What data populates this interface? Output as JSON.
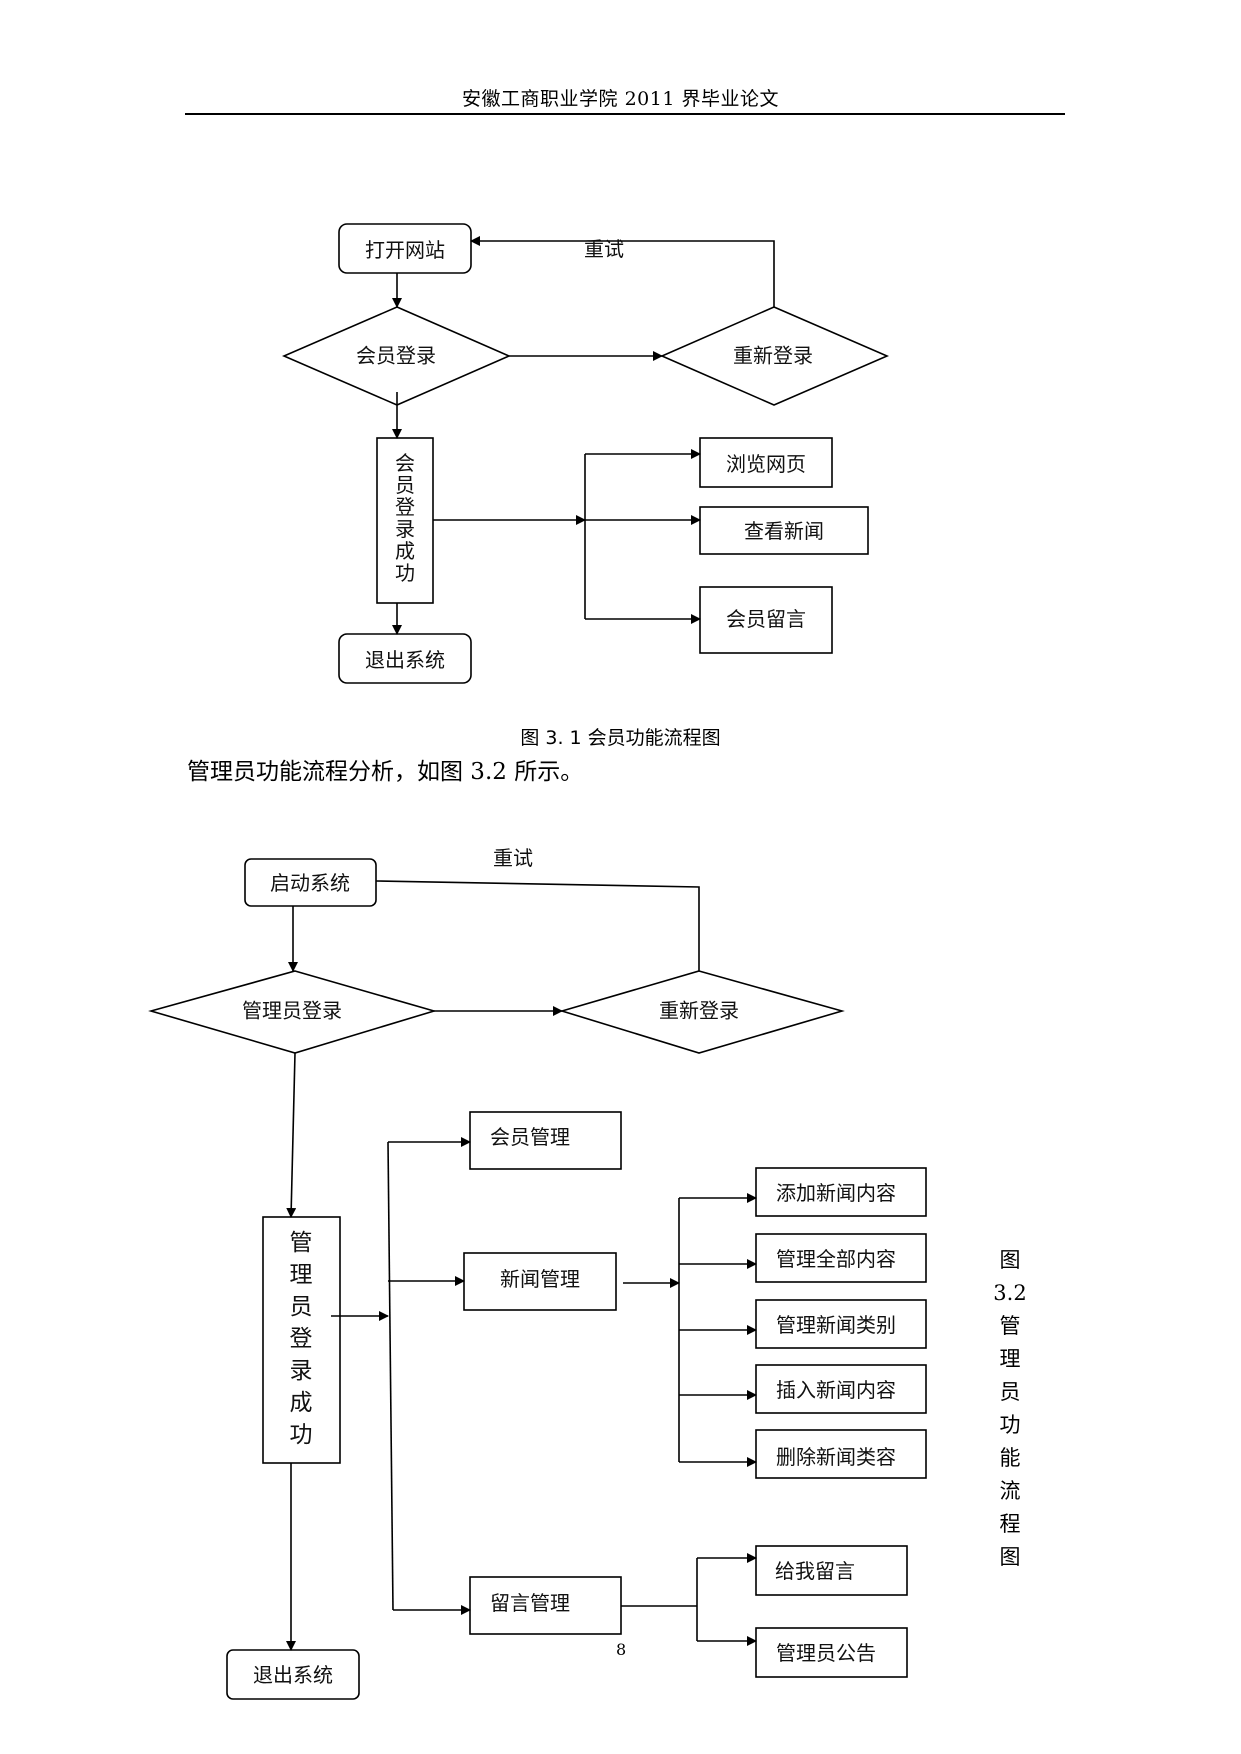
{
  "header": {
    "title": "安徽工商职业学院 2011 界毕业论文"
  },
  "figure1": {
    "open_site": "打开网站",
    "retry": "重试",
    "member_login": "会员登录",
    "relogin": "重新登录",
    "login_success": "会员登录成功",
    "browse": "浏览网页",
    "view_news": "查看新闻",
    "message": "会员留言",
    "exit": "退出系统",
    "caption": "图 3. 1  会员功能流程图"
  },
  "body_text": "管理员功能流程分析，如图 3.2 所示。",
  "figure2": {
    "start": "启动系统",
    "retry": "重试",
    "admin_login": "管理员登录",
    "relogin": "重新登录",
    "login_success": "管理员登录成功",
    "member_mgmt": "会员管理",
    "news_mgmt": "新闻管理",
    "add_news": "添加新闻内容",
    "manage_all": "管理全部内容",
    "manage_category": "管理新闻类别",
    "insert_news": "插入新闻内容",
    "delete_news": "删除新闻类容",
    "message_mgmt": "留言管理",
    "leave_message": "给我留言",
    "announcement": "管理员公告",
    "exit": "退出系统",
    "caption_vertical": "图3.2管理员功能流程图"
  },
  "page_number": "8"
}
